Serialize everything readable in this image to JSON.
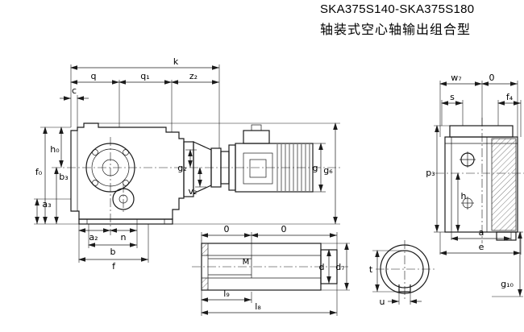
{
  "title": {
    "model": "SKA375S140-SKA375S180",
    "subtitle": "轴装式空心轴输出组合型"
  },
  "side_view": {
    "k": "k",
    "q": "q",
    "q1": "q₁",
    "z2": "z₂",
    "c": "c",
    "h0": "h₀",
    "f0": "f₀",
    "b3": "b₃",
    "a3": "a₃",
    "a2": "a₂",
    "n": "n",
    "b": "b",
    "f": "f",
    "g2": "g₂",
    "v2": "v₂",
    "g": "g",
    "g6": "g₆"
  },
  "front_view": {
    "w7": "w₇",
    "o": "0",
    "s": "s",
    "f4": "f₄",
    "p3": "p₃",
    "h": "h",
    "a": "a",
    "e": "e",
    "g10": "g₁₀"
  },
  "shaft_view": {
    "o_left": "0",
    "o_right": "0",
    "m": "M",
    "d": "d",
    "d7": "d₇",
    "l9": "l₉",
    "l8": "l₈"
  },
  "section_view": {
    "t": "t",
    "u": "u"
  }
}
